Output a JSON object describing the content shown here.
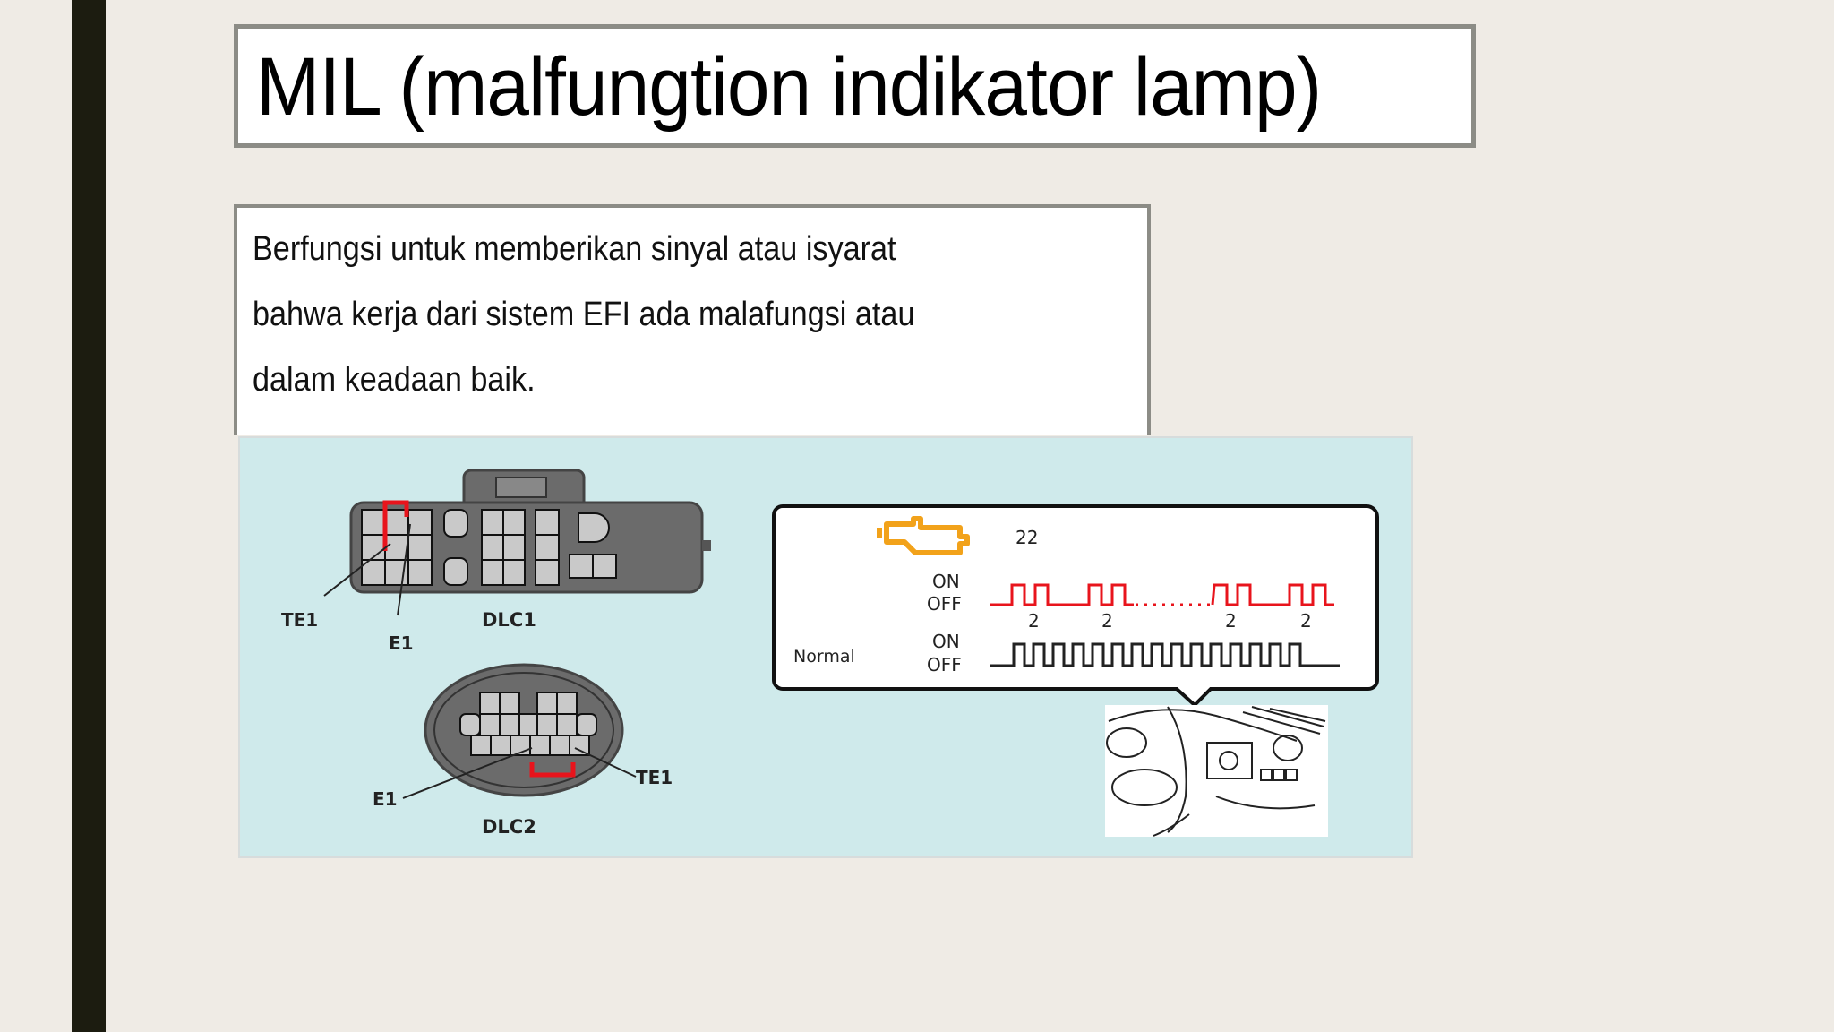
{
  "slide": {
    "title": "MIL (malfungtion indikator lamp)",
    "body_lines": [
      "Berfungsi untuk memberikan sinyal atau isyarat",
      "bahwa kerja dari sistem EFI ada malafungsi atau",
      "dalam keadaan baik."
    ]
  },
  "diagram": {
    "dlc1": {
      "name": "DLC1",
      "pin_te1": "TE1",
      "pin_e1": "E1"
    },
    "dlc2": {
      "name": "DLC2",
      "pin_te1": "TE1",
      "pin_e1": "E1"
    },
    "callout": {
      "code": "22",
      "icon": "check-engine-icon",
      "fault_row": {
        "on_label": "ON",
        "off_label": "OFF",
        "pulse_counts": [
          "2",
          "2",
          "2",
          "2"
        ],
        "color": "#e8141c"
      },
      "normal_row": {
        "label": "Normal",
        "on_label": "ON",
        "off_label": "OFF",
        "color": "#222222"
      }
    },
    "colors": {
      "panel_bg": "#cfeaeb",
      "connector": "#6b6b6b",
      "pin": "#c9c9c9",
      "jumper": "#e8141c",
      "engine_icon": "#f2a21a"
    }
  }
}
